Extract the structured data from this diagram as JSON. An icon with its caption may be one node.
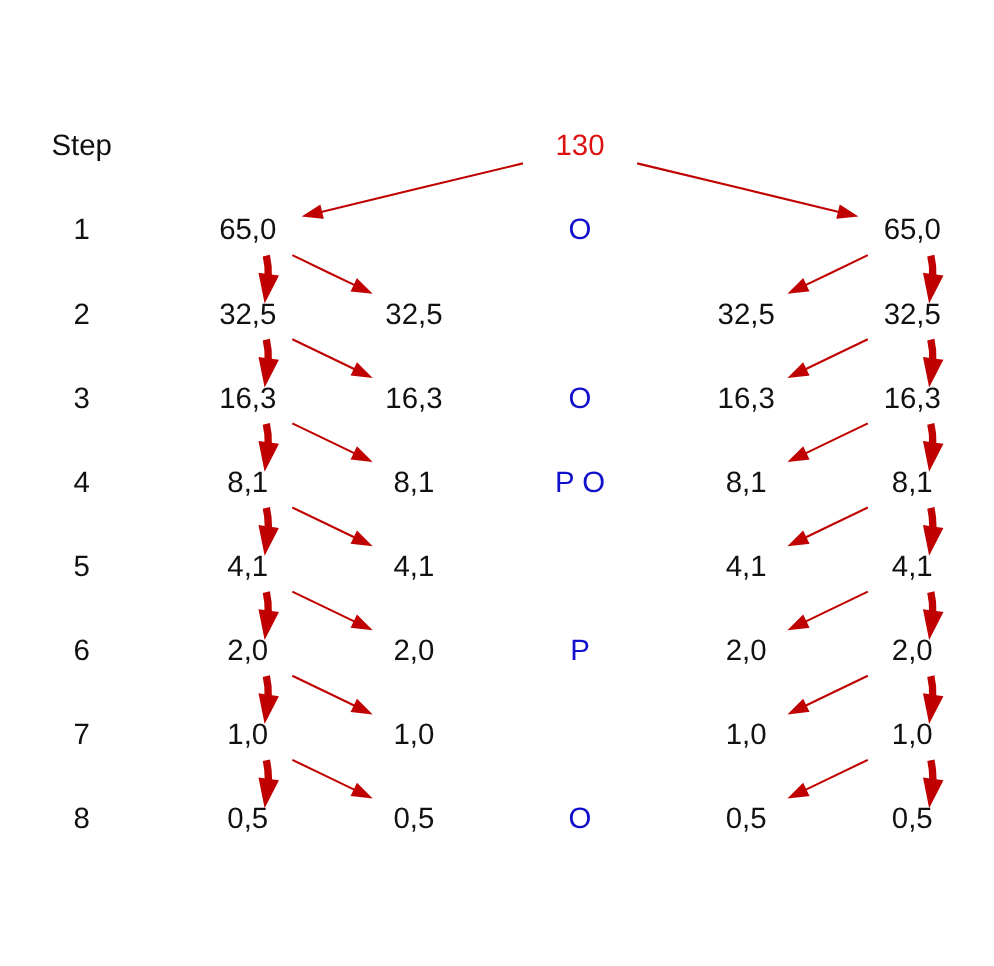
{
  "diagram": {
    "nodes": [
      {
        "text": [
          "130"
        ]
      },
      {
        "text": [
          "65,0"
        ]
      },
      {
        "text": [
          "65,0"
        ]
      },
      {
        "text": [
          "32,5"
        ]
      },
      {
        "text": [
          "32,5"
        ]
      },
      {
        "text": [
          "32,5"
        ]
      },
      {
        "text": [
          "32,5"
        ]
      },
      {
        "text": [
          "16,3"
        ]
      },
      {
        "text": [
          "16,3"
        ]
      },
      {
        "text": [
          "16,3"
        ]
      },
      {
        "text": [
          "16,3"
        ]
      },
      {
        "text": [
          "8,1"
        ]
      },
      {
        "text": [
          "8,1"
        ]
      },
      {
        "text": [
          "8,1"
        ]
      },
      {
        "text": [
          "8,1"
        ]
      },
      {
        "text": [
          "4,1"
        ]
      },
      {
        "text": [
          "4,1"
        ]
      },
      {
        "text": [
          "4,1"
        ]
      },
      {
        "text": [
          "4,1"
        ]
      },
      {
        "text": [
          "2,0"
        ]
      },
      {
        "text": [
          "2,0"
        ]
      },
      {
        "text": [
          "2,0"
        ]
      },
      {
        "text": [
          "2,0"
        ]
      },
      {
        "text": [
          "1,0"
        ]
      },
      {
        "text": [
          "1,0"
        ]
      },
      {
        "text": [
          "1,0"
        ]
      },
      {
        "text": [
          "1,0"
        ]
      },
      {
        "text": [
          "0,5"
        ]
      },
      {
        "text": [
          "0,5"
        ]
      },
      {
        "text": [
          "0,5"
        ]
      },
      {
        "text": [
          "0,5"
        ]
      }
    ],
    "edges": [
      {
        "from": 0,
        "to": 1,
        "arrow": "to"
      },
      {
        "from": 0,
        "to": 2,
        "arrow": "to"
      },
      {
        "from": 1,
        "to": 3,
        "arrow": "to",
        "style": "thick"
      },
      {
        "from": 1,
        "to": 4,
        "arrow": "to"
      },
      {
        "from": 2,
        "to": 6,
        "arrow": "to",
        "style": "thick"
      },
      {
        "from": 2,
        "to": 5,
        "arrow": "to"
      },
      {
        "from": 3,
        "to": 7,
        "arrow": "to",
        "style": "thick"
      },
      {
        "from": 3,
        "to": 8,
        "arrow": "to"
      },
      {
        "from": 6,
        "to": 10,
        "arrow": "to",
        "style": "thick"
      },
      {
        "from": 6,
        "to": 9,
        "arrow": "to"
      },
      {
        "from": 7,
        "to": 11,
        "arrow": "to",
        "style": "thick"
      },
      {
        "from": 7,
        "to": 12,
        "arrow": "to"
      },
      {
        "from": 10,
        "to": 14,
        "arrow": "to",
        "style": "thick"
      },
      {
        "from": 10,
        "to": 13,
        "arrow": "to"
      },
      {
        "from": 11,
        "to": 15,
        "arrow": "to",
        "style": "thick"
      },
      {
        "from": 11,
        "to": 16,
        "arrow": "to"
      },
      {
        "from": 14,
        "to": 18,
        "arrow": "to",
        "style": "thick"
      },
      {
        "from": 14,
        "to": 17,
        "arrow": "to"
      },
      {
        "from": 15,
        "to": 19,
        "arrow": "to",
        "style": "thick"
      },
      {
        "from": 15,
        "to": 20,
        "arrow": "to"
      },
      {
        "from": 18,
        "to": 22,
        "arrow": "to",
        "style": "thick"
      },
      {
        "from": 18,
        "to": 21,
        "arrow": "to"
      },
      {
        "from": 19,
        "to": 23,
        "arrow": "to",
        "style": "thick"
      },
      {
        "from": 19,
        "to": 24,
        "arrow": "to"
      },
      {
        "from": 22,
        "to": 26,
        "arrow": "to",
        "style": "thick"
      },
      {
        "from": 22,
        "to": 25,
        "arrow": "to"
      },
      {
        "from": 23,
        "to": 27,
        "arrow": "to",
        "style": "thick"
      },
      {
        "from": 23,
        "to": 28,
        "arrow": "to"
      },
      {
        "from": 26,
        "to": 30,
        "arrow": "to",
        "style": "thick"
      },
      {
        "from": 26,
        "to": 29,
        "arrow": "to"
      }
    ],
    "labels": [
      "Step",
      "1",
      "O",
      "2",
      "3",
      "O",
      "4",
      "P O",
      "5",
      "6",
      "P",
      "7",
      "8",
      "O"
    ]
  }
}
